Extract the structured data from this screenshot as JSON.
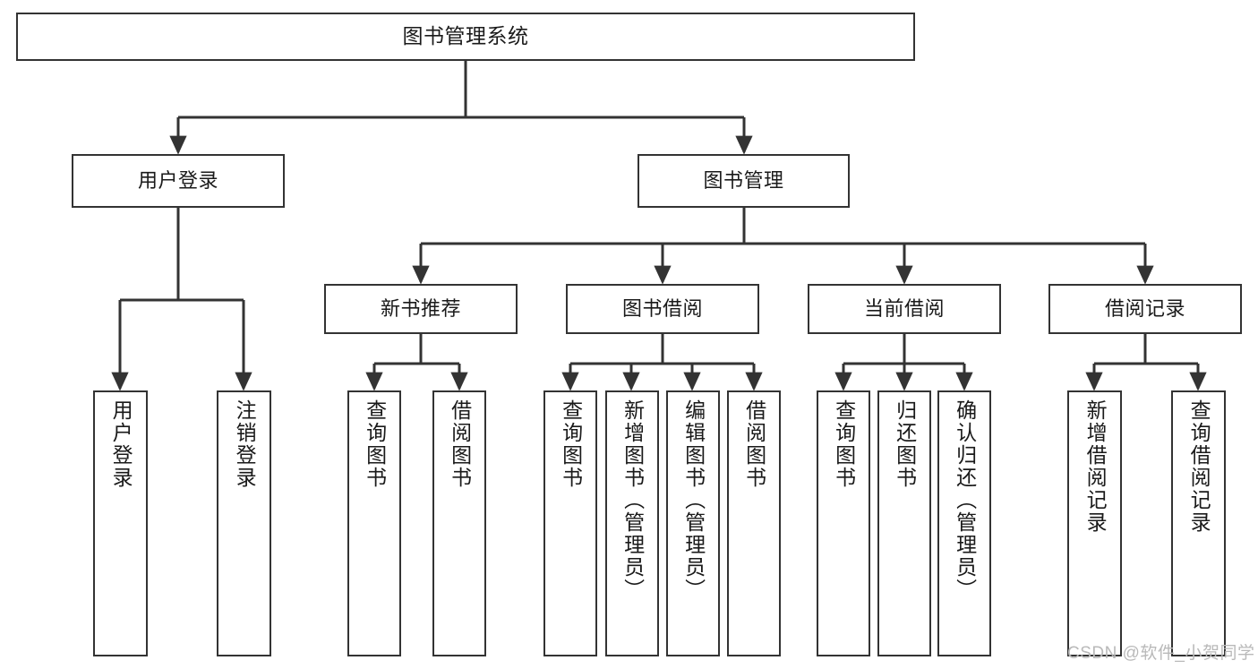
{
  "diagram": {
    "title": "图书管理系统",
    "type": "tree-hierarchy-chart",
    "stroke_color": "#333333",
    "fill_color": "#ffffff",
    "text_color": "#1a1a1a",
    "watermark": "CSDN @软件_小贺同学",
    "nodes": {
      "root": {
        "label": "图书管理系统"
      },
      "level2": [
        {
          "id": "user-login",
          "label": "用户登录"
        },
        {
          "id": "book-management",
          "label": "图书管理"
        }
      ],
      "level3": [
        {
          "id": "new-book-recommend",
          "label": "新书推荐"
        },
        {
          "id": "book-borrow",
          "label": "图书借阅"
        },
        {
          "id": "current-borrow",
          "label": "当前借阅"
        },
        {
          "id": "borrow-record",
          "label": "借阅记录"
        }
      ],
      "leaves": {
        "user_login": [
          {
            "id": "leaf-user-login",
            "label": "用户登录"
          },
          {
            "id": "leaf-logout-login",
            "label": "注销登录"
          }
        ],
        "new_book_recommend": [
          {
            "id": "leaf-query-book-1",
            "label": "查询图书"
          },
          {
            "id": "leaf-borrow-book-1",
            "label": "借阅图书"
          }
        ],
        "book_borrow": [
          {
            "id": "leaf-query-book-2",
            "label": "查询图书"
          },
          {
            "id": "leaf-add-book",
            "label": "新增图书（管理员）"
          },
          {
            "id": "leaf-edit-book",
            "label": "编辑图书（管理员）"
          },
          {
            "id": "leaf-borrow-book-2",
            "label": "借阅图书"
          }
        ],
        "current_borrow": [
          {
            "id": "leaf-query-book-3",
            "label": "查询图书"
          },
          {
            "id": "leaf-return-book",
            "label": "归还图书"
          },
          {
            "id": "leaf-confirm-return",
            "label": "确认归还（管理员）"
          }
        ],
        "borrow_record": [
          {
            "id": "leaf-add-record",
            "label": "新增借阅记录"
          },
          {
            "id": "leaf-query-record",
            "label": "查询借阅记录"
          }
        ]
      }
    }
  }
}
